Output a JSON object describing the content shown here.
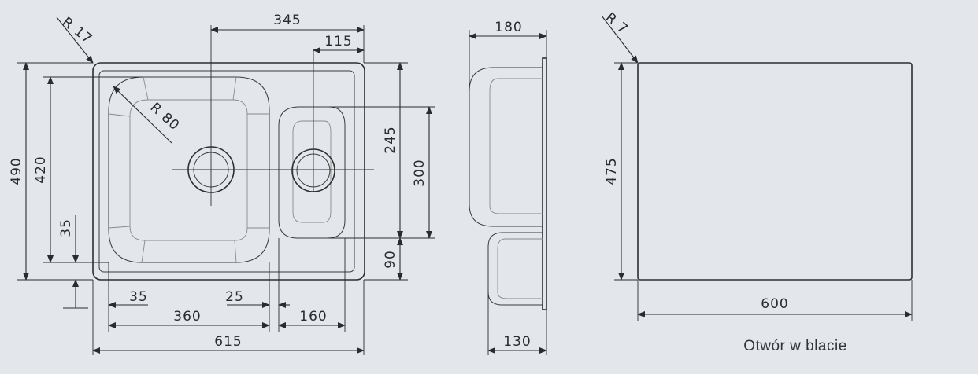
{
  "sink_top": {
    "corner_radius_label": "R 17",
    "inner_radius_label": "R 80",
    "dim_bowl_centers": "345",
    "dim_small_bowl_offset": "115",
    "dim_total_height": "490",
    "dim_bowl_height": "420",
    "dim_offset_35_vertical": "35",
    "dim_small_bowl_length": "245",
    "dim_small_bowl_outer": "300",
    "dim_bottom_offset": "90",
    "dim_left_margin": "35",
    "dim_divider": "25",
    "dim_main_bowl_width": "360",
    "dim_small_bowl_width": "160",
    "dim_total_width": "615"
  },
  "sink_side": {
    "dim_depth": "180",
    "dim_small_depth": "130"
  },
  "cutout": {
    "corner_radius_label": "R 7",
    "dim_height": "475",
    "dim_width": "600",
    "caption": "Otwór w blacie"
  }
}
